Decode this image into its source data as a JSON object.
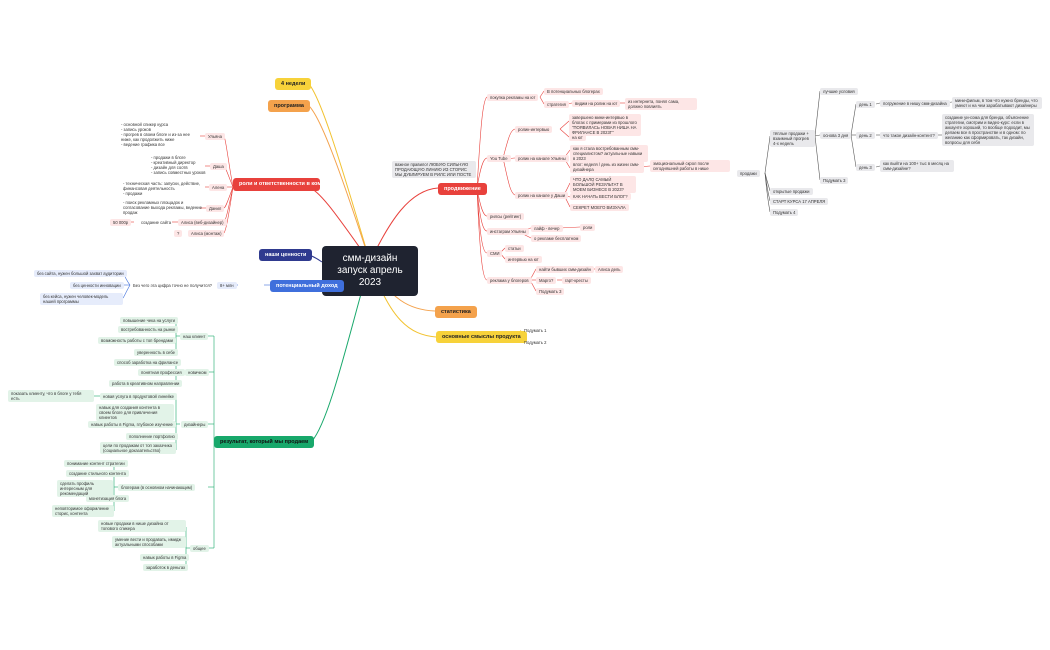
{
  "center": "смм-дизайн запуск апрель 2023",
  "branches": {
    "week4": "4 недели",
    "program": "программа",
    "roles": "роли и ответственности в команде",
    "values": "наши ценности",
    "income": "потенциальный доход",
    "result": "результат, который мы продаем",
    "promo": "продвижение",
    "stats": "статистика",
    "meanings": "основные смыслы продукта",
    "sales": "продажи"
  },
  "roles": {
    "uliana_items": "- основной спикер курса\n- запись уроков\n- прогрев в своем блоге и из-за нее ниже, как продолжить ниже\n- ведение графика все",
    "uliana": "Ульяна",
    "dasha_items": "- продажи в блоге\n- креативный директор\n- дизайн для соотв\n- запись совместных уроков",
    "dasha": "Даша",
    "alena_items": "- техническая часть: запуски, действие,\n  финансовая деятельность\n- продажи",
    "alena": "Алена",
    "danil_items": "- поиск рекламных площадок и\n  согласование выхода рекламы, ведение\n  продаж",
    "danil": "Данил",
    "price": "50 000р",
    "site": "создание сайта",
    "alisa": "Алиса (веб-дизайнер)",
    "q": "?",
    "alisa2": "Алиса (монтаж)"
  },
  "income_nodes": {
    "q": "Без чего эта цифра точно не получится?",
    "amount": "8+ млн",
    "a1": "без сайта, нужен большой захват аудитории",
    "a2": "без ценности инновации",
    "a3": "без кейса, нужен человек-модель нашей программы"
  },
  "result_nodes": {
    "g1": "наш клиент",
    "g1_items": [
      "повышение чека на услуги",
      "востребованность на рынке",
      "возможность работы с топ брендами",
      "уверенность в себе"
    ],
    "g2": "новичком",
    "g2_items": [
      "способ заработка на фрилансе",
      "понятная профессия",
      "работа в креативном направлении"
    ],
    "g3": "дизайнеры",
    "g3_items": [
      "новая услуга в продуктовой линейке",
      "навык для создания контента в своем блоге для привлечения клиентов",
      "навык работы в Figma, глубокое изучение",
      "пополнение портфолио",
      "цели по продажам от топ заказчика (социальное доказательство)"
    ],
    "g3_out": "показать клиенту, что в блоге у тебя есть",
    "g4": "блогерам (в основном начинающим)",
    "g4_items": [
      "понимание контент стратегии",
      "создание стильного контента",
      "сделать профиль интересным для рекомендаций",
      "монетизация блога",
      "неповторимое оформление сторис, контента"
    ],
    "g5": "общее",
    "g5_items": [
      "новые продажи в нише дизайна от топового спикера",
      "умение вести и продавать, имидж актуальными способами",
      "навык работы в Figma",
      "заработок в деньгах"
    ]
  },
  "promo_nodes": {
    "note": "важное правило! ЛЮБУЮ СИЛЬНУЮ ПРОДАЮЩУЮ ЛИНИЮ ИЗ СТОРИС МЫ ДУБЛИРУЕМ В РИЛС ИЛИ ПОСТЕ",
    "ads": "покупка рекламы на ют",
    "ads1": "В потенциальных блогерах",
    "ads2": "стратегия",
    "ads2a": "видим на ролик на ют",
    "ads2b": "из интернета, понял сама, должно повлиять",
    "yt": "You Tube",
    "yt1": "ролик-интервью",
    "yt1a": "завершено мини-интервью в блогах с примерами из прошлого \"ПОЯВИЛАСЬ НОВАЯ НИША НА ФРИЛАНСЕ В 2023Г\"",
    "yt1b": "на ют",
    "yt2": "ролик на канале Ульяны",
    "yt2a": "как я стала востребованным смм-специалистом? актуальные навыки в 2023",
    "yt2b": "влог: неделя / день из жизни смм-дизайнера",
    "yt2c": "эмоциональный скрол после сегодняшней работы в нише",
    "yt3": "ролик на канале у Даши",
    "yt3a": "ЧТО ДАЛО САМЫЙ БОЛЬШОЙ РЕЗУЛЬТАТ В МОЕМ БИЗНЕСЕ В 2023?",
    "yt3b": "КАК НАЧАТЬ ВЕСТИ БЛОГ?",
    "yt3c": "СЕКРЕТ МОЕГО ВИЗУАЛА",
    "reels": "рилсы (рейтинг)",
    "insta": "инстаграм Ульяны",
    "insta1": "лайф - вечер",
    "insta2": "роли",
    "insta3": "о рекламе бесплатном",
    "smi": "СМИ",
    "smi1": "статьи",
    "smi2": "интервью на ют",
    "bloggers": "реклама у блогеров",
    "bl1": "найти бывших смм-дизайн",
    "bl1a": "Алиса дель",
    "bl2": "Марго?",
    "bl2a": "гарт-кресты",
    "bl3": "Подумать 3"
  },
  "meaning_nodes": [
    "Подумать 1",
    "Подумать 2"
  ],
  "sales_nodes": {
    "warm": "тёплые продажи + взаимный прогрев 4-х недель",
    "n1": "лучшие условия",
    "n2": "основа 3 дня",
    "n2a": "день 1",
    "n2a_t": "погружение в нишу смм-дизайна",
    "n2a_r": "мини-фильм, в том что нужно бренды, что умеют и на чем зарабатывают дизайнеры",
    "n2b": "день 2",
    "n2b_t": "что такое дизайн-контент?",
    "n2b_r": "создание уи-сома для бренда, объяснение стратегии, смотрим и видео-курс: если в аккаунте хороший, то вообще подходит, мы делаем все в пространстве и в одном: по желанию как сформировать, так дизайн, вопросы для себя",
    "n2c": "день 3",
    "n2c_t": "как выйти на 100+ тыс в месяц на смм-дизайне?",
    "n3": "Подумать 3",
    "cold": "открытые продажи",
    "start": "СТАРТ КУРСА 17 АПРЕЛЯ",
    "n4": "Подумать 4"
  }
}
